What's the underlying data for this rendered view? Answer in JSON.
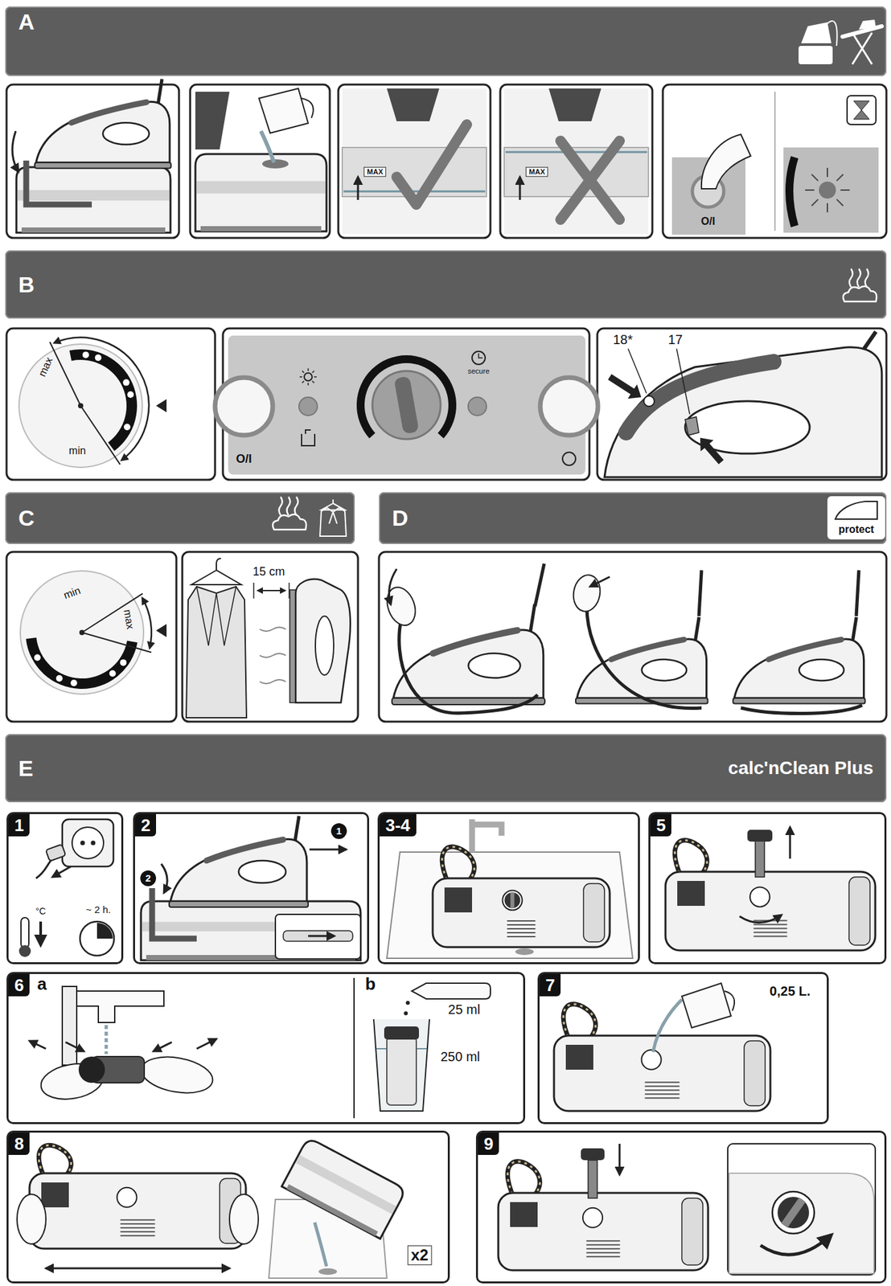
{
  "diagram": {
    "nodes": [
      {
        "text": [
          "A"
        ]
      },
      {
        "text": [
          "B"
        ]
      },
      {
        "text": [
          "C"
        ]
      },
      {
        "text": [
          "D"
        ]
      },
      {
        "text": [
          "E",
          "calc'nClean Plus"
        ]
      },
      {
        "text": [
          "1"
        ]
      },
      {
        "text": [
          "2"
        ]
      },
      {
        "text": [
          "3-4"
        ]
      },
      {
        "text": [
          "5"
        ]
      },
      {
        "text": [
          "6"
        ]
      },
      {
        "text": [
          "7"
        ]
      },
      {
        "text": [
          "8"
        ]
      },
      {
        "text": [
          "9"
        ]
      }
    ],
    "labels": [
      "MAX",
      "MAX",
      "O/I",
      "max",
      "min",
      "O/I",
      "secure",
      "18*",
      "17",
      "max",
      "min",
      "15 cm",
      "protect",
      "°C",
      "~ 2 h.",
      "1",
      "2",
      "a",
      "b",
      "25 ml",
      "250 ml",
      "0,25 L.",
      "x2"
    ]
  }
}
